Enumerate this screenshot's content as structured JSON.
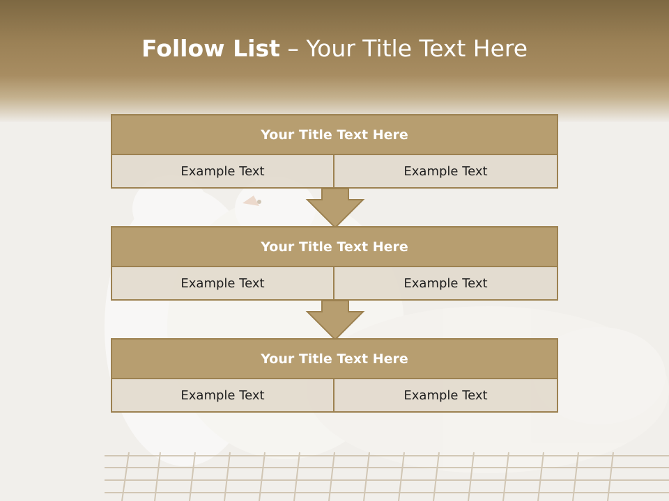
{
  "slide": {
    "title_bold": "Follow List",
    "title_rest": " – Your Title Text Here",
    "blocks": [
      {
        "title": "Your Title Text Here",
        "left": "Example Text",
        "right": "Example Text"
      },
      {
        "title": "Your Title Text Here",
        "left": "Example Text",
        "right": "Example Text"
      },
      {
        "title": "Your Title Text Here",
        "left": "Example Text",
        "right": "Example Text"
      }
    ]
  },
  "colors": {
    "header": "#9b8156",
    "box_title": "#b79e70",
    "box_border": "#9c8150",
    "cell": "#e2dacd",
    "arrow": "#b79e70"
  }
}
